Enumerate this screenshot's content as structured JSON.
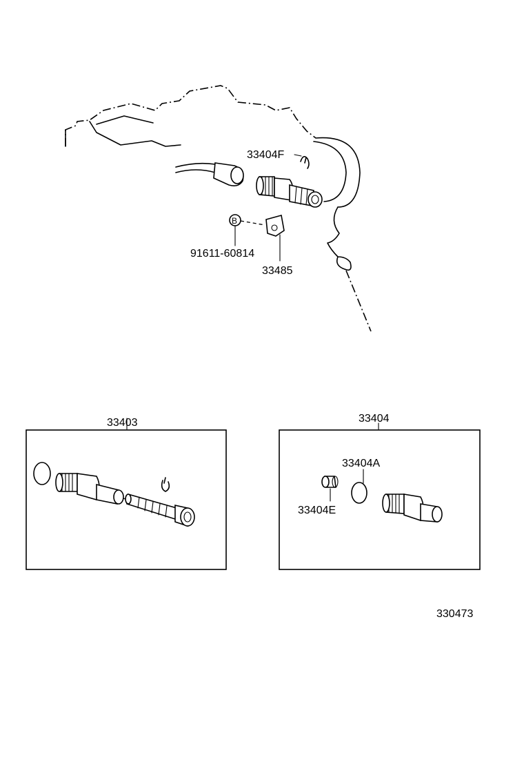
{
  "diagram": {
    "part_labels": {
      "sleeve_clip": "33404F",
      "bolt": "91611-60814",
      "plate": "33485",
      "driven_gear_kit": "33403",
      "sleeve_kit": "33404",
      "oring": "33404A",
      "oil_seal": "33404E"
    },
    "bolt_marker": "B",
    "figure_number": "330473"
  }
}
